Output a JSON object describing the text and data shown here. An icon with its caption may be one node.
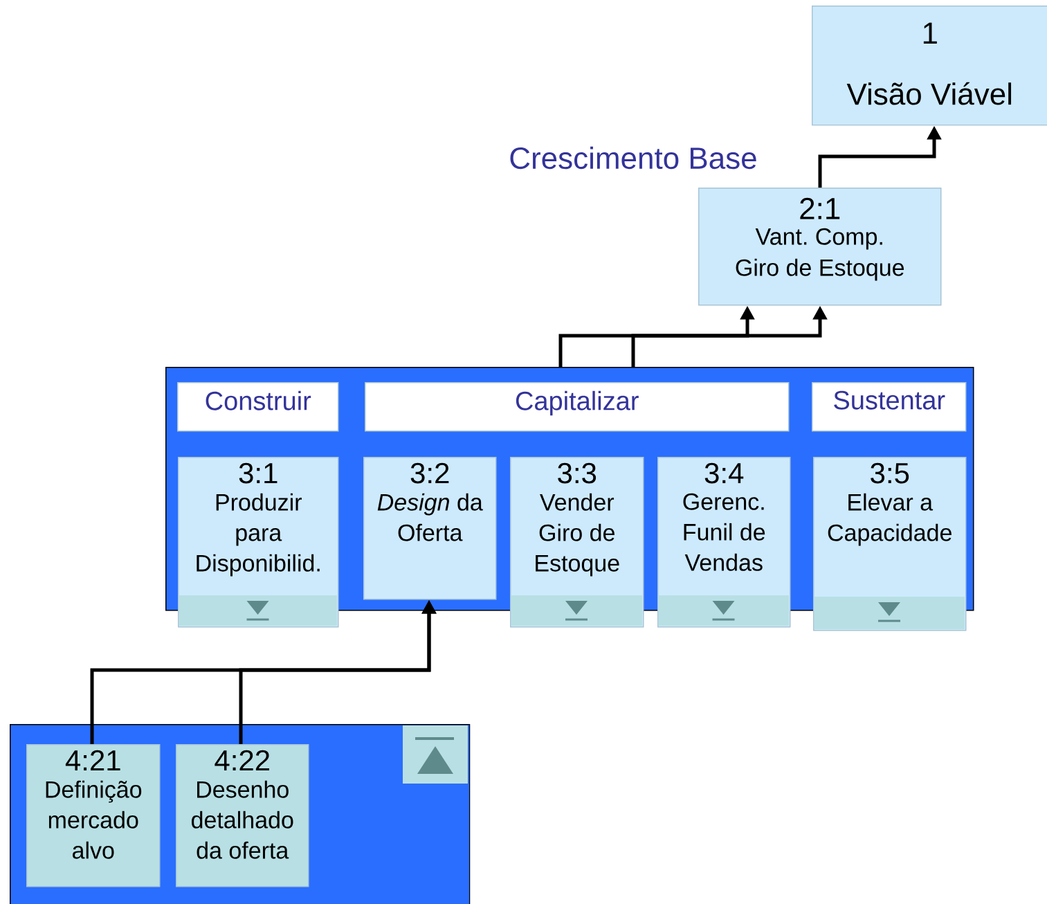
{
  "diagram": {
    "nodes": [
      {
        "text": [
          "1",
          "Visão Viável"
        ]
      },
      {
        "text": [
          "2:1",
          "Vant. Comp.",
          "Giro de Estoque"
        ]
      },
      {
        "text": [],
        "shape": "box"
      },
      {
        "text": [
          "Construir"
        ],
        "in": 2
      },
      {
        "text": [
          "Capitalizar"
        ],
        "in": 2
      },
      {
        "text": [
          "Sustentar"
        ],
        "in": 2
      },
      {
        "text": [
          "3:1",
          "Produzir para Disponibilid."
        ]
      },
      {
        "text": [
          "3:2",
          "*Design* da Oferta"
        ],
        "in": 2
      },
      {
        "text": [
          "3:3",
          "Vender Giro de Estoque"
        ]
      },
      {
        "text": [
          "3:4",
          "Gerenc. Funil de Vendas"
        ]
      },
      {
        "text": [
          "3:5",
          "Elevar a Capacidade"
        ]
      },
      {
        "text": [],
        "shape": "box"
      },
      {
        "text": [
          "4:21",
          "Definição mercado alvo"
        ],
        "in": 11
      },
      {
        "text": [
          "4:22",
          "Desenho detalhado da oferta"
        ],
        "in": 11
      }
    ],
    "edges": [
      {
        "from": 2,
        "to": 1,
        "arrow": "to"
      },
      {
        "from": 2,
        "to": 1,
        "arrow": "to"
      },
      {
        "from": 1,
        "to": 0,
        "arrow": "to"
      },
      {
        "from": 12,
        "to": 7,
        "arrow": "to"
      },
      {
        "from": 13,
        "to": 7,
        "arrow": "to"
      }
    ],
    "labels": [
      "Crescimento Base"
    ]
  }
}
